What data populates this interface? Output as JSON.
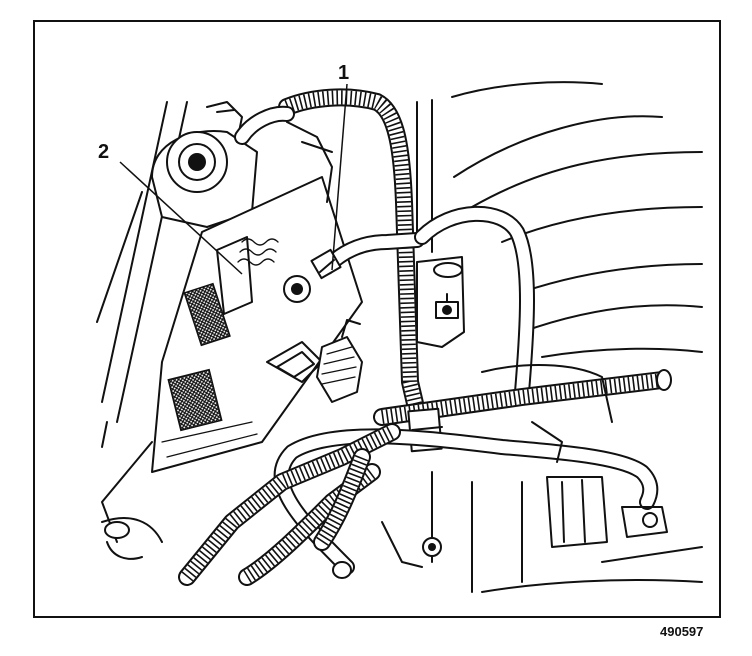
{
  "callouts": [
    {
      "label": "1"
    },
    {
      "label": "2"
    }
  ],
  "figure_id": "490597"
}
